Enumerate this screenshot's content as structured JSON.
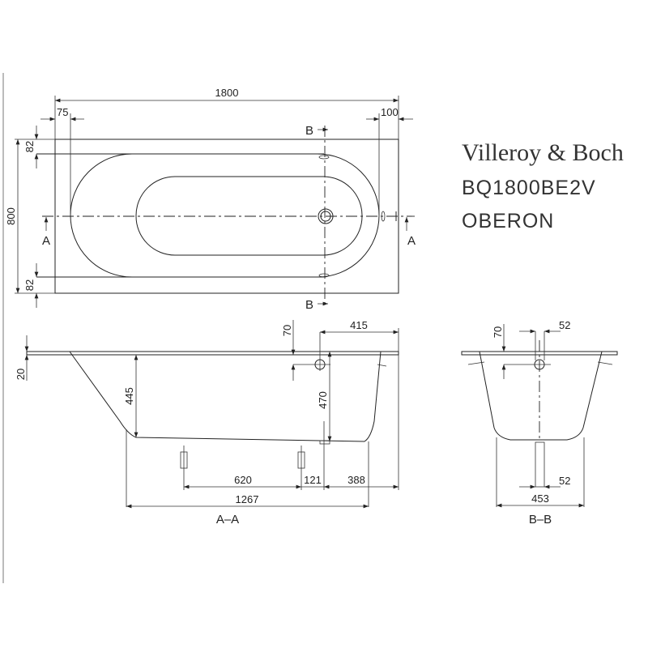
{
  "title_block": {
    "brand": "Villeroy & Boch",
    "model_code": "BQ1800BE2V",
    "model_name": "OBERON"
  },
  "top_view": {
    "dims": {
      "length": "1800",
      "left_rim": "75",
      "right_rim": "100",
      "width": "800",
      "top_rim": "82",
      "bottom_rim": "82"
    },
    "section_labels": {
      "a_left": "A",
      "a_right": "A",
      "b_top": "B",
      "b_bottom": "B"
    }
  },
  "section_a": {
    "title": "A–A",
    "dims": {
      "rim": "20",
      "depth": "445",
      "overflow": "70",
      "drain_offset": "415",
      "drain_depth": "470",
      "feet_spacing": "620",
      "foot_drain": "121",
      "drain_end": "388",
      "bottom_length": "1267"
    }
  },
  "section_b": {
    "title": "B–B",
    "dims": {
      "overflow": "70",
      "overflow_pipe": "52",
      "drain_pipe": "52",
      "bottom_width": "453"
    }
  }
}
